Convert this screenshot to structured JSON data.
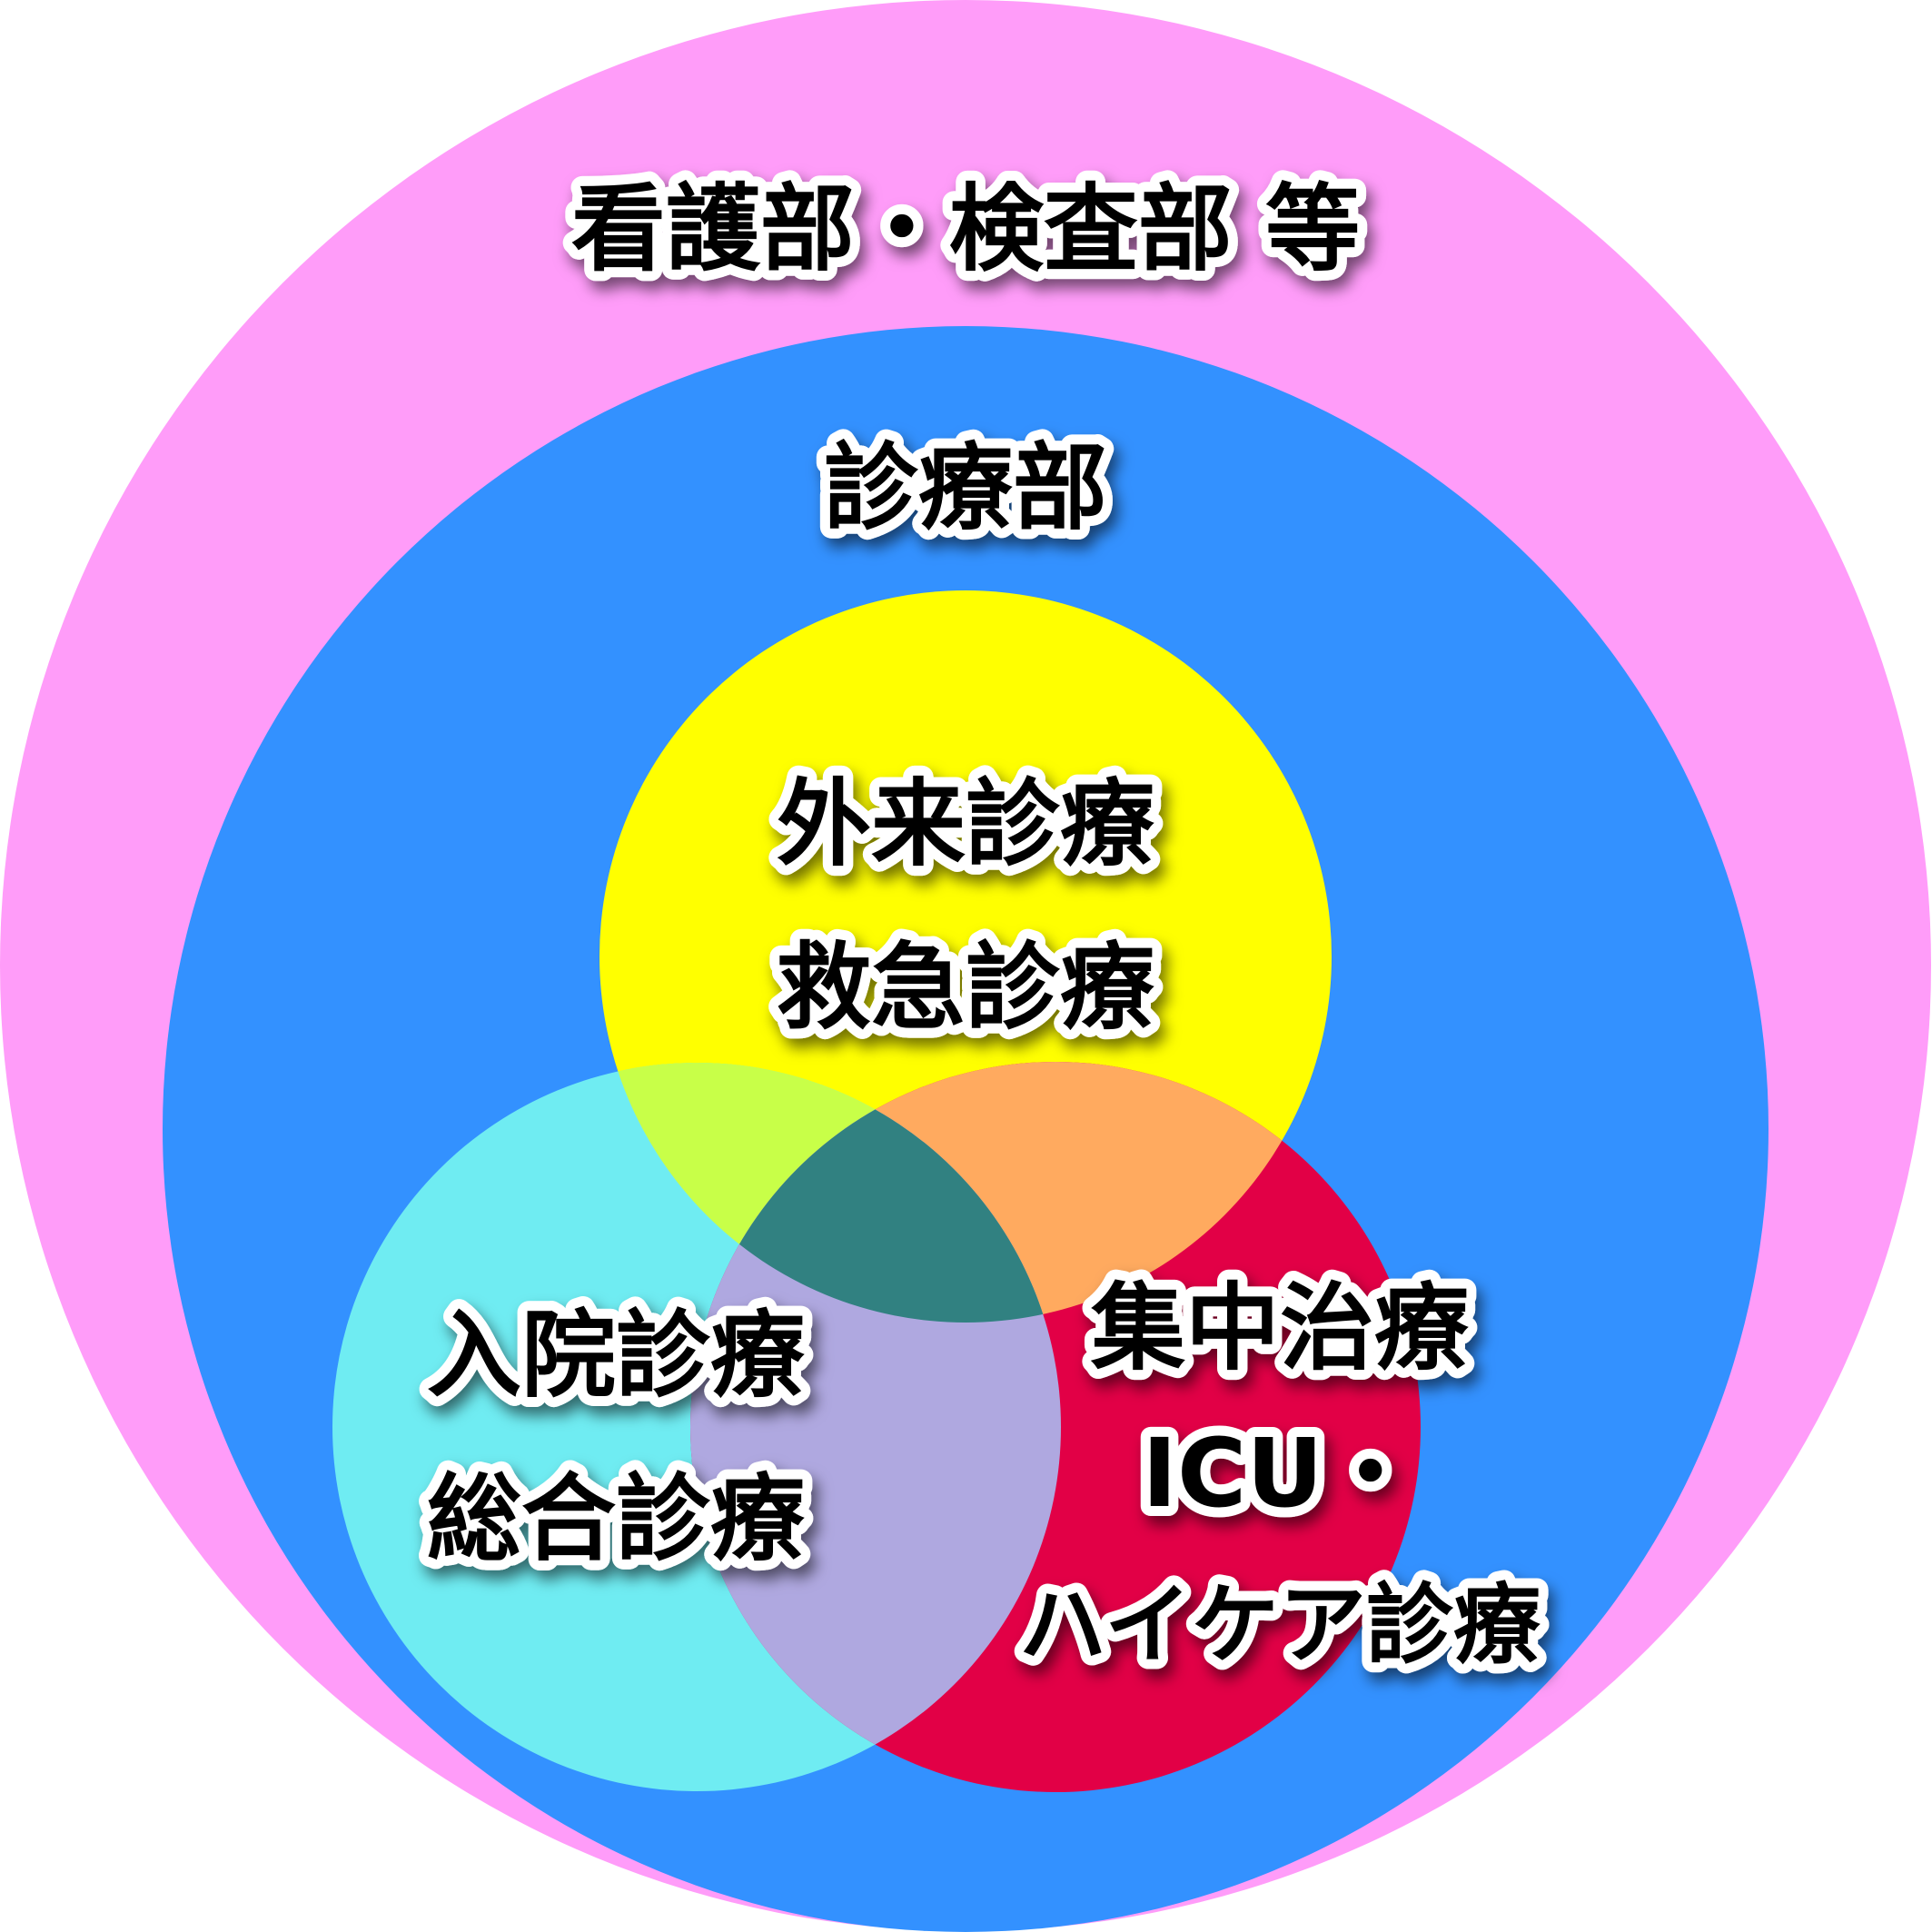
{
  "colors": {
    "outer_ring": "#FF9CF9",
    "inner_circle": "#3391FF",
    "outpatient": "#FFFF00",
    "inpatient": "#6FECF2",
    "icu": "#E20046",
    "overlap_outpatient_inpatient": "#C8FF48",
    "overlap_outpatient_icu": "#FFAA5F",
    "overlap_inpatient_icu": "#AFA8E0",
    "overlap_all": "#318181",
    "label_fill": "#000000",
    "label_outline": "#FFFFFF"
  },
  "outer": {
    "label": "看護部・検査部 等"
  },
  "inner": {
    "label": "診療部"
  },
  "circles": {
    "outpatient": {
      "line1": "外来診療",
      "line2": "救急診療"
    },
    "inpatient": {
      "line1": "入院診療",
      "line2": "総合診療"
    },
    "icu": {
      "line1": "集中治療",
      "line2": "ICU・",
      "line3": "ハイケア診療"
    }
  }
}
